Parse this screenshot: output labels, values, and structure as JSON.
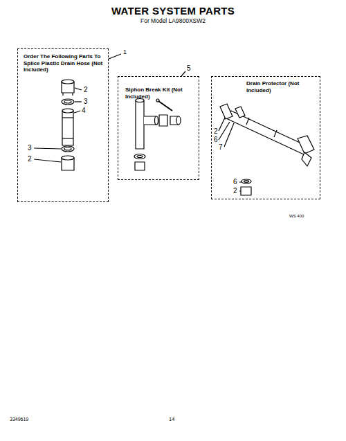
{
  "diagram": {
    "title": "WATER SYSTEM PARTS",
    "nodes": [
      {
        "text": [
          "Order The Following Parts To Splice Plastic Drain Hose (Not Included)"
        ]
      },
      {
        "text": [
          "Siphon Break Kit (Not Included)"
        ]
      },
      {
        "text": [
          "Drain Protector (Not Included)"
        ]
      }
    ],
    "edges": [],
    "labels": [
      "For Model LA9800XSW2",
      "1",
      "2",
      "3",
      "4",
      "3",
      "2",
      "5",
      "2",
      "6",
      "7",
      "6",
      "2",
      "WS 400",
      "3349619",
      "14"
    ]
  }
}
